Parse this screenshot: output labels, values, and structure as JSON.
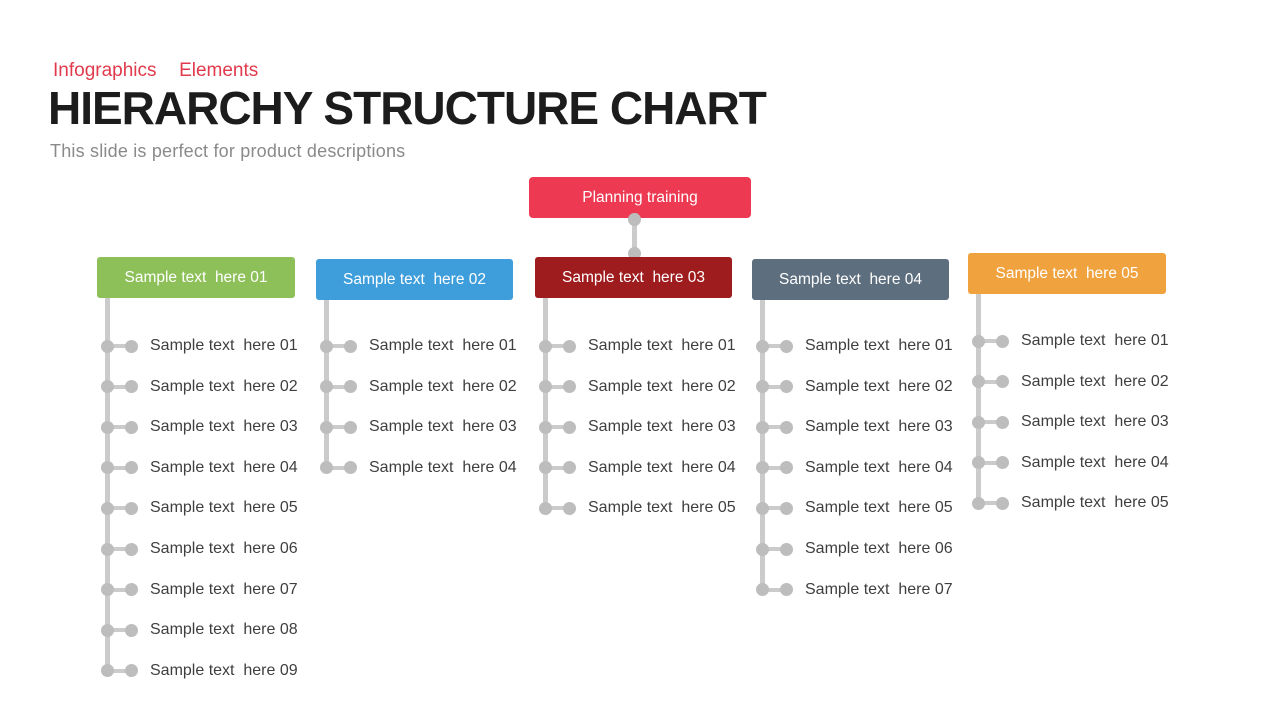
{
  "slide": {
    "eyebrow": "Infographics  Elements",
    "title": "HIERARCHY STRUCTURE CHART",
    "subtitle": "This slide is perfect for product descriptions"
  },
  "colors": {
    "eyebrow_text": "#E13A4C",
    "title_text": "#1C1C1C",
    "subtitle_text": "#8A8A8A",
    "connector_line": "#CBCBCB",
    "connector_dot": "#BDBDBD",
    "item_text": "#3F3F3F",
    "node_text": "#FFFFFF"
  },
  "top_node": {
    "label": "Planning training",
    "color": "#ED3A52"
  },
  "columns": [
    {
      "header": "Sample text  here 01",
      "color": "#8EC059",
      "items": [
        "Sample text  here 01",
        "Sample text  here 02",
        "Sample text  here 03",
        "Sample text  here 04",
        "Sample text  here 05",
        "Sample text  here 06",
        "Sample text  here 07",
        "Sample text  here 08",
        "Sample text  here 09"
      ]
    },
    {
      "header": "Sample text  here 02",
      "color": "#3E9EDC",
      "items": [
        "Sample text  here 01",
        "Sample text  here 02",
        "Sample text  here 03",
        "Sample text  here 04"
      ]
    },
    {
      "header": "Sample text  here 03",
      "color": "#9E1B1E",
      "items": [
        "Sample text  here 01",
        "Sample text  here 02",
        "Sample text  here 03",
        "Sample text  here 04",
        "Sample text  here 05"
      ]
    },
    {
      "header": "Sample text  here 04",
      "color": "#5D6E7E",
      "items": [
        "Sample text  here 01",
        "Sample text  here 02",
        "Sample text  here 03",
        "Sample text  here 04",
        "Sample text  here 05",
        "Sample text  here 06",
        "Sample text  here 07"
      ]
    },
    {
      "header": "Sample text  here 05",
      "color": "#EFA23E",
      "items": [
        "Sample text  here 01",
        "Sample text  here 02",
        "Sample text  here 03",
        "Sample text  here 04",
        "Sample text  here 05"
      ]
    }
  ]
}
